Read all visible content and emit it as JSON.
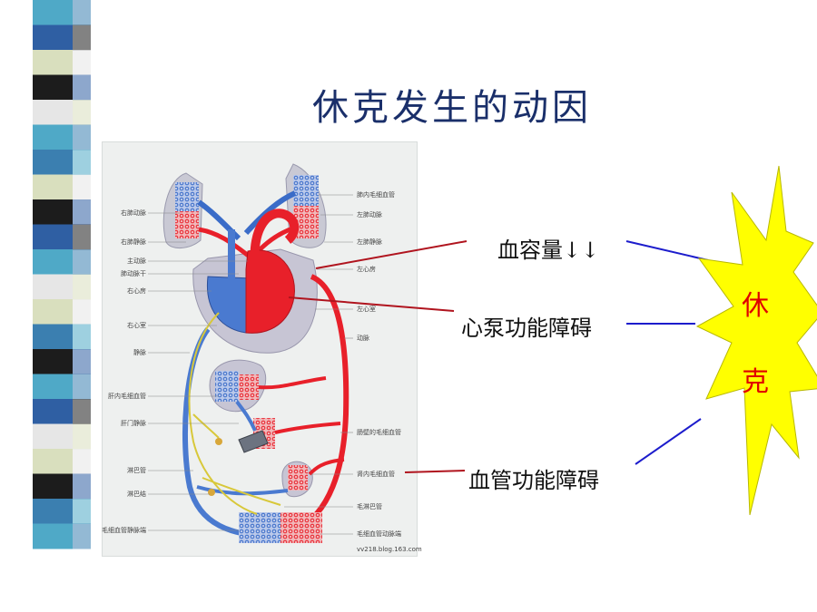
{
  "title": "休克发生的动因",
  "causes": [
    "血容量↓↓",
    "心泵功能障碍",
    "血管功能障碍"
  ],
  "result": {
    "chars": [
      "休",
      "克"
    ]
  },
  "diagram": {
    "labels_left": [
      "右肺动脉",
      "右肺静脉",
      "主动脉",
      "肺动脉干",
      "右心房",
      "右心室",
      "静脉",
      "肝内毛细血管",
      "肝门静脉",
      "淋巴管",
      "淋巴结",
      "毛细血管静脉端"
    ],
    "labels_right": [
      "肺内毛细血管",
      "左肺动脉",
      "左肺静脉",
      "左心房",
      "左心室",
      "动脉",
      "肠壁的毛细血管",
      "肾内毛细血管",
      "毛淋巴管",
      "毛细血管动脉端"
    ],
    "credit": "vv218.blog.163.com"
  },
  "colors": {
    "title": "#1a2f6a",
    "star_fill": "#ffff00",
    "star_text": "#e00000",
    "artery": "#e8202a",
    "vein": "#3a6cc8",
    "lymph": "#d8c83a",
    "connector_red": "#b0141e",
    "connector_blue": "#1c1ccc"
  }
}
